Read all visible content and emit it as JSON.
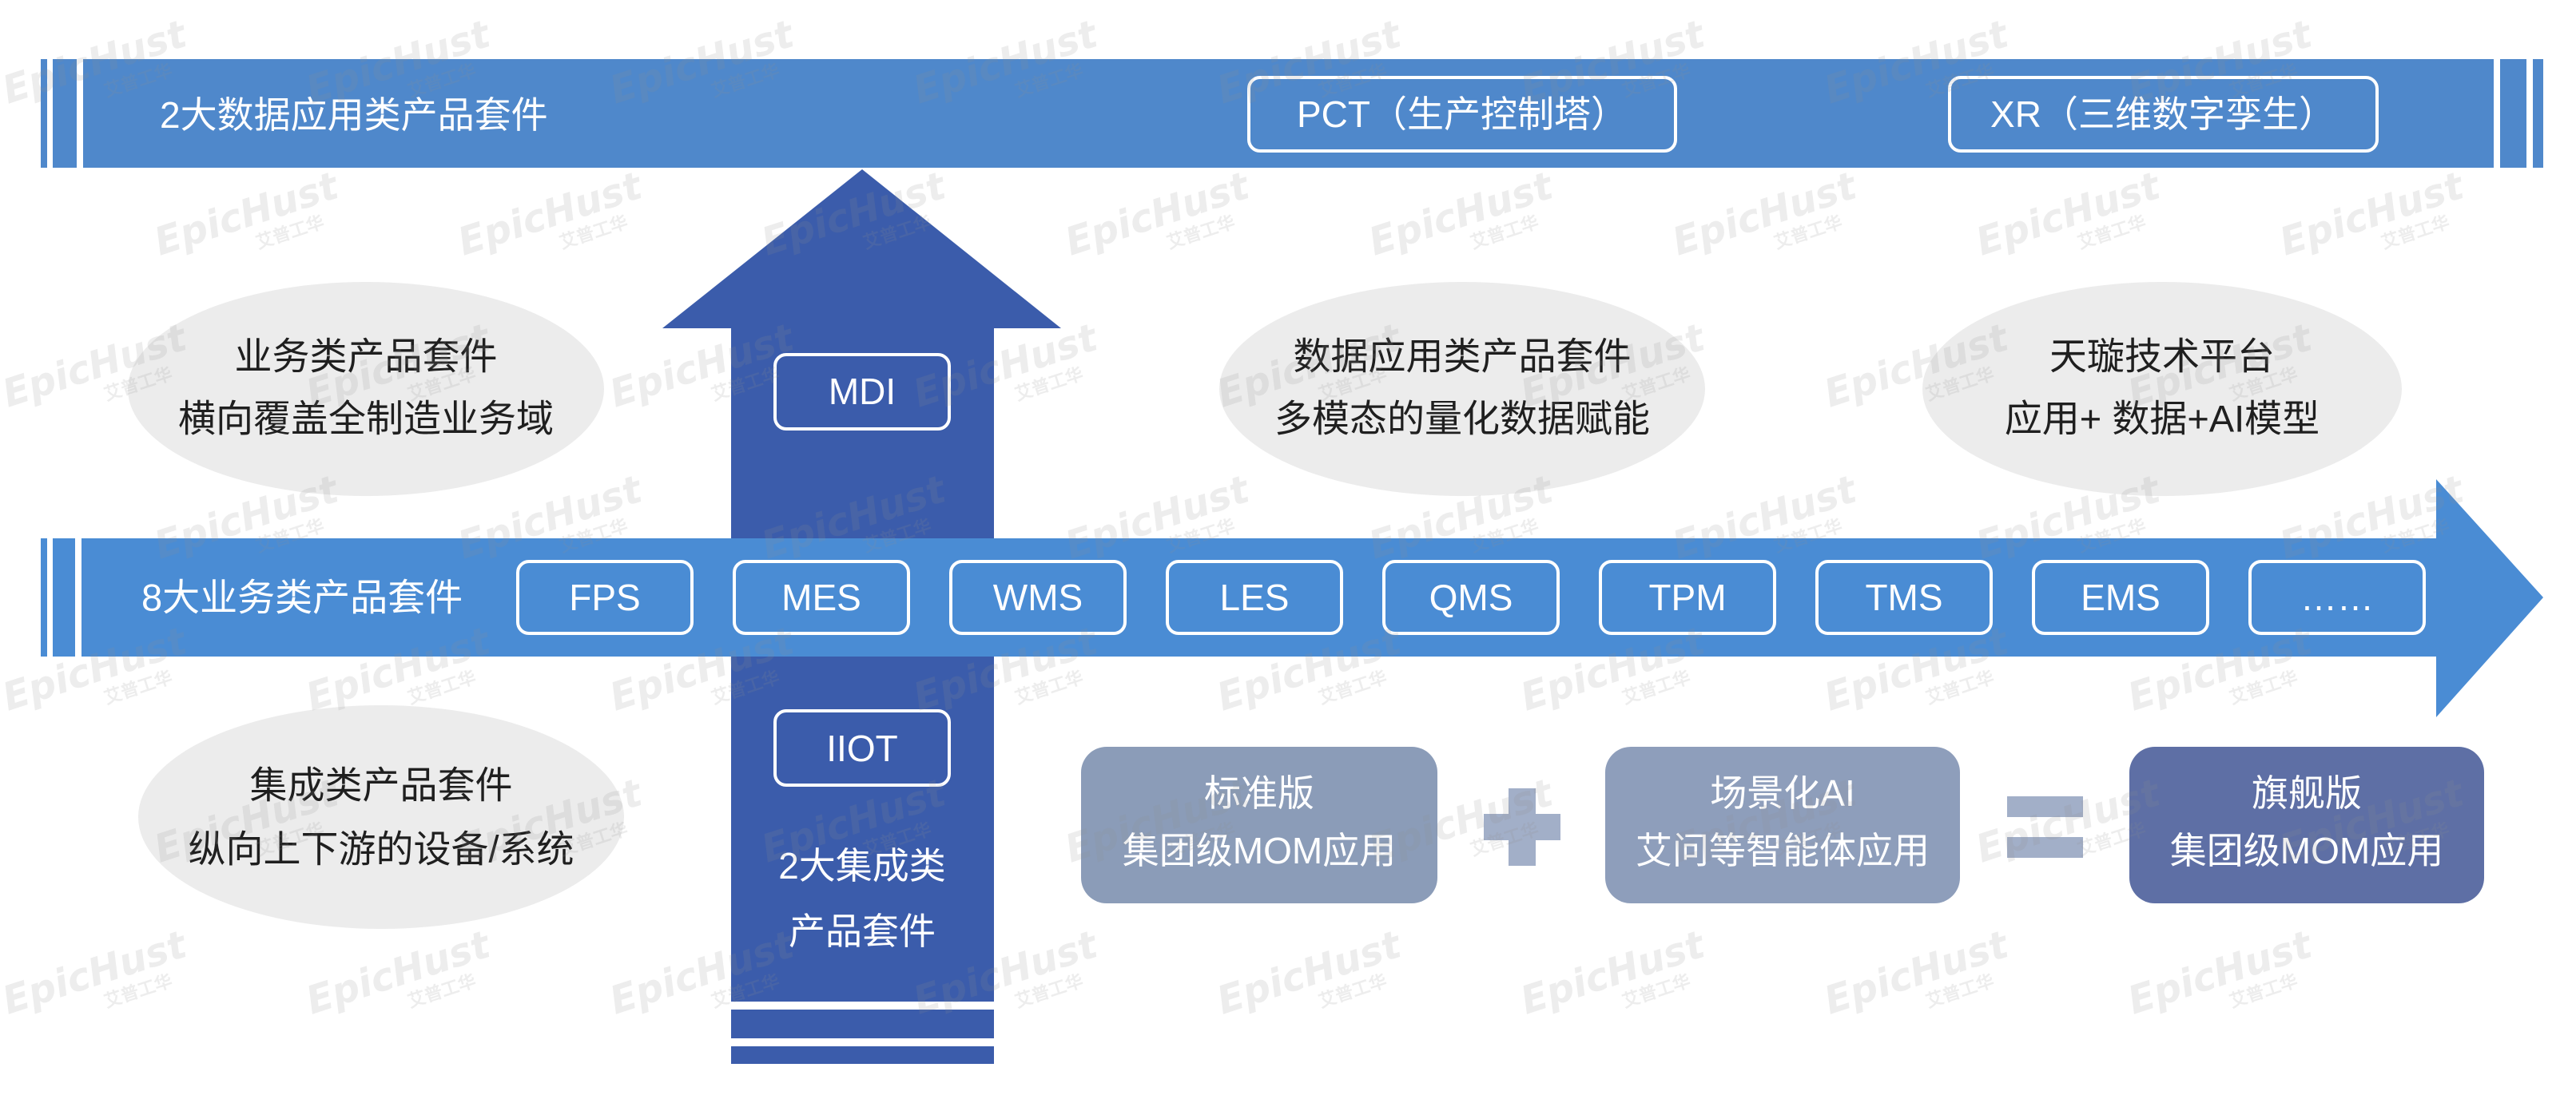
{
  "top_bar": {
    "label": "2大数据应用类产品套件",
    "items": [
      "PCT（生产控制塔）",
      "XR（三维数字孪生）"
    ]
  },
  "vertical_arrow": {
    "top_box": "MDI",
    "bottom_box": "IIOT",
    "label_line1": "2大集成类",
    "label_line2": "产品套件"
  },
  "horizontal_arrow": {
    "label": "8大业务类产品套件",
    "items": [
      "FPS",
      "MES",
      "WMS",
      "LES",
      "QMS",
      "TPM",
      "TMS",
      "EMS",
      "……"
    ]
  },
  "ellipses": {
    "business": {
      "line1": "业务类产品套件",
      "line2": "横向覆盖全制造业务域"
    },
    "data_app": {
      "line1": "数据应用类产品套件",
      "line2": "多模态的量化数据赋能"
    },
    "platform": {
      "line1": "天璇技术平台",
      "line2": "应用+ 数据+AI模型"
    },
    "integration": {
      "line1": "集成类产品套件",
      "line2": "纵向上下游的设备/系统"
    }
  },
  "equation": {
    "standard": {
      "line1": "标准版",
      "line2": "集团级MOM应用"
    },
    "operator_1": "plus-icon",
    "ai": {
      "line1": "场景化AI",
      "line2": "艾问等智能体应用"
    },
    "operator_2": "equals-icon",
    "flagship": {
      "line1": "旗舰版",
      "line2": "集团级MOM应用"
    }
  },
  "watermark": {
    "brand": "EpicHust",
    "sub": "艾普工华"
  },
  "colors": {
    "top_bar": "#4f88cb",
    "vertical_arrow": "#3b5cab",
    "horizontal_arrow": "#4a8cd4",
    "ellipse": "#ececec",
    "standard_box": "#8b9cb8",
    "ai_box": "#8e9ebb",
    "flagship_box": "#5e6fa5",
    "operator": "#a2afc8"
  }
}
